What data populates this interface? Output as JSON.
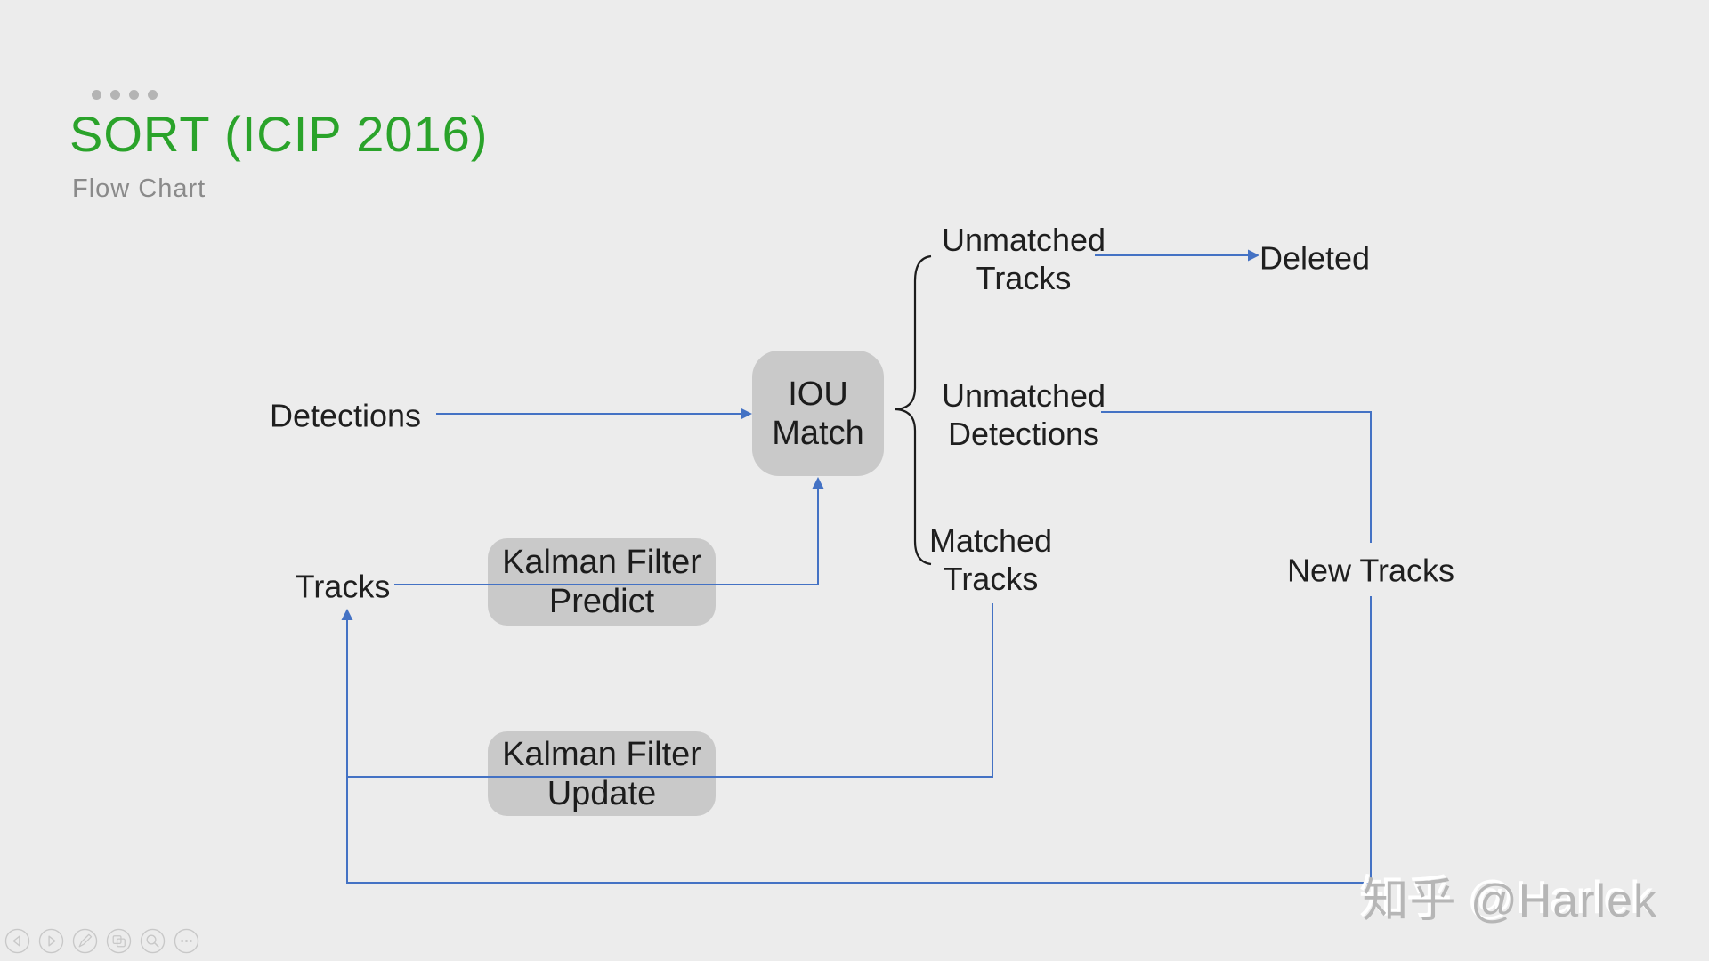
{
  "slide": {
    "title": "SORT (ICIP 2016)",
    "subtitle": "Flow Chart",
    "title_color": "#2aa32a"
  },
  "diagram": {
    "nodes": {
      "detections": "Detections",
      "tracks": "Tracks",
      "iou_match": {
        "line1": "IOU",
        "line2": "Match"
      },
      "kalman_predict": {
        "line1": "Kalman Filter",
        "line2": "Predict"
      },
      "kalman_update": {
        "line1": "Kalman Filter",
        "line2": "Update"
      },
      "unmatched_tracks": {
        "line1": "Unmatched",
        "line2": "Tracks"
      },
      "unmatched_detections": {
        "line1": "Unmatched",
        "line2": "Detections"
      },
      "matched_tracks": {
        "line1": "Matched",
        "line2": "Tracks"
      },
      "deleted": "Deleted",
      "new_tracks": "New Tracks"
    },
    "edges": [
      {
        "from": "Detections",
        "to": "IOU Match"
      },
      {
        "from": "Tracks",
        "via": "Kalman Filter Predict",
        "to": "IOU Match"
      },
      {
        "from": "IOU Match",
        "to": "Unmatched Tracks"
      },
      {
        "from": "IOU Match",
        "to": "Unmatched Detections"
      },
      {
        "from": "IOU Match",
        "to": "Matched Tracks"
      },
      {
        "from": "Unmatched Tracks",
        "to": "Deleted"
      },
      {
        "from": "Unmatched Detections",
        "to": "New Tracks"
      },
      {
        "from": "New Tracks",
        "to": "Tracks"
      },
      {
        "from": "Matched Tracks",
        "via": "Kalman Filter Update",
        "to": "Tracks"
      }
    ],
    "colors": {
      "connector": "#4472c4",
      "box_fill": "#c9c9c9",
      "text": "#1f1f1f",
      "brace": "#1c1c1c",
      "background": "#ececec"
    }
  },
  "toolbar": {
    "buttons": [
      {
        "name": "previous-slide"
      },
      {
        "name": "next-slide"
      },
      {
        "name": "pen"
      },
      {
        "name": "slides-overview"
      },
      {
        "name": "zoom"
      },
      {
        "name": "more"
      }
    ]
  },
  "watermark": {
    "text": "知乎 @Harlek"
  }
}
